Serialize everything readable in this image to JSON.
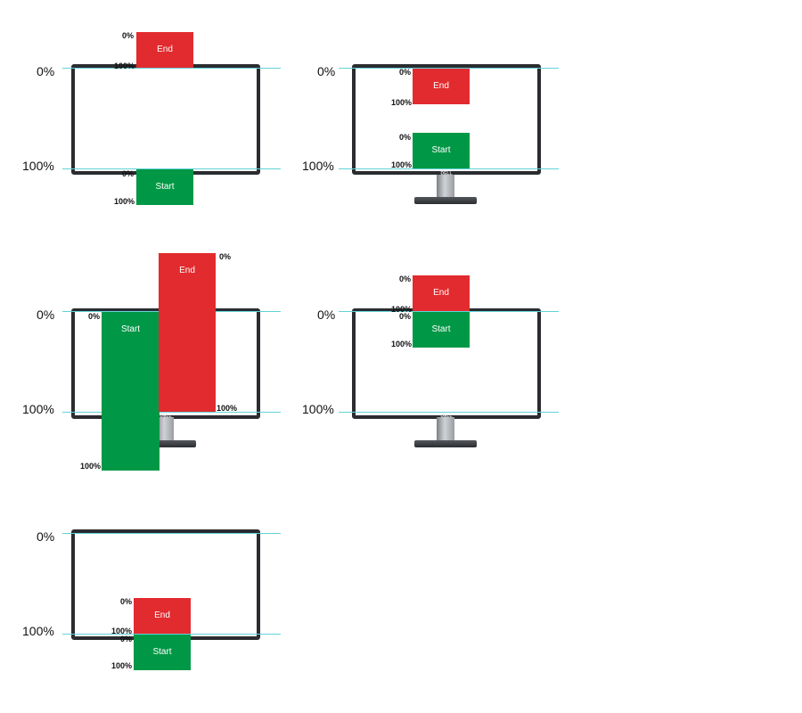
{
  "scale": {
    "top_label": "0%",
    "bottom_label": "100%"
  },
  "box_labels": {
    "end": "End",
    "start": "Start"
  },
  "markers": {
    "zero": "0%",
    "full": "100%"
  },
  "logo_text": "DELL",
  "colors": {
    "end_box": "#e22b2e",
    "start_box": "#009846",
    "guide_line": "#62d2d8",
    "monitor_bezel": "#2a2c30"
  },
  "panels": [
    {
      "id": "panel-1",
      "boxes": [
        "end",
        "start"
      ]
    },
    {
      "id": "panel-2",
      "boxes": [
        "end",
        "start"
      ]
    },
    {
      "id": "panel-3",
      "boxes": [
        "start",
        "end"
      ]
    },
    {
      "id": "panel-4",
      "boxes": [
        "end",
        "start"
      ]
    },
    {
      "id": "panel-5",
      "boxes": [
        "end",
        "start"
      ]
    }
  ]
}
